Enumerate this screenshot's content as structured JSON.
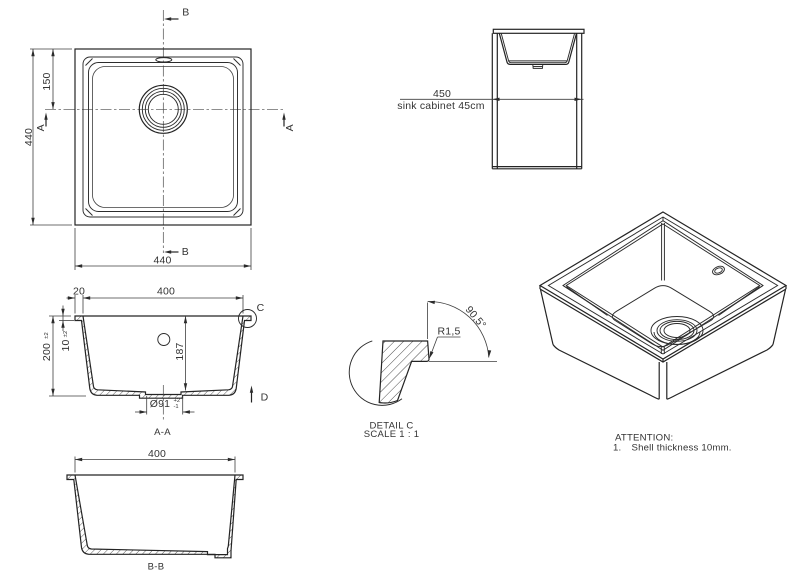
{
  "drawing": {
    "plan": {
      "dim_height": "440",
      "dim_drain_from_top": "150",
      "dim_width": "440",
      "section_label_a_left": "A",
      "section_label_a_right": "A",
      "section_label_b_top": "B",
      "section_label_b_bottom": "B"
    },
    "cabinet": {
      "dim_width": "450",
      "caption": "sink cabinet 45cm"
    },
    "section_aa": {
      "dim_wall": "20",
      "dim_inner_width": "400",
      "dim_height": "200",
      "dim_height_tol": "±2",
      "dim_rim": "10",
      "dim_rim_tol": "±2",
      "dim_depth": "187",
      "dim_drain": "Ø91",
      "dim_drain_tol_plus": "+2",
      "dim_drain_tol_minus": "-1",
      "detail_label": "C",
      "direction_label": "D",
      "title": "A-A"
    },
    "section_bb": {
      "dim_inner_width": "400",
      "title": "B-B"
    },
    "detail_c": {
      "radius_label": "R1,5",
      "angle_label": "90,5°",
      "title": "DETAIL C",
      "scale_label": "SCALE 1 : 1"
    },
    "attention": {
      "heading": "ATTENTION:",
      "item_number": "1.",
      "item_text": "Shell thickness 10mm."
    }
  }
}
